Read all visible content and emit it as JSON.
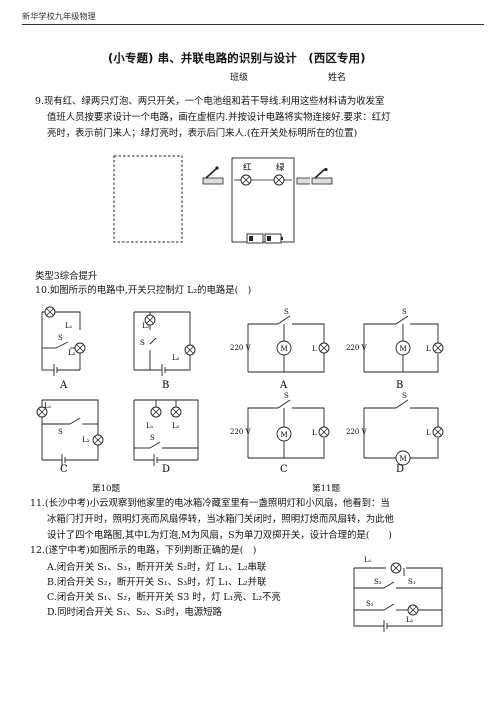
{
  "header": {
    "school": "新华学校九年级物理"
  },
  "title": "(小专题) 串、并联电路的识别与设计　(西区专用)",
  "student_fields": {
    "class_label": "班级",
    "name_label": "姓名"
  },
  "q9": {
    "lines": [
      "9.现有红、绿两只灯泡、两只开关，一个电池组和若干导线.利用这些材料请为收发室",
      "值班人员按要求设计一个电路，画在虚框内.并按设计电路将实物连接好.要求：红灯",
      "亮时，表示前门来人；绿灯亮时，表示后门来人.(在开关处标明所在的位置)"
    ],
    "red_label": "红",
    "green_label": "绿"
  },
  "section_title": "类型3综合提升",
  "q10": {
    "text": "10.如图所示的电路中,开关只控制灯 L₂的电路是(　)",
    "caption": "第10题"
  },
  "q11": {
    "caption": "第11题",
    "lines": [
      "11.(长沙中考)小云观察到他家里的电冰箱冷藏室里有一盏照明灯和小风扇，他看到：当",
      "冰箱门打开时，照明灯亮而风扇停转，当冰箱门关闭时，照明灯熄而风扇转，为此他",
      "设计了四个电路图,其中L为灯泡,M为风扇，S为单刀双掷开关，设计合理的是(　　)"
    ]
  },
  "q12": {
    "text": "12.(遂宁中考)如图所示的电路，下列判断正确的是(　)",
    "options": [
      "A.闭合开关 S₁、S₃，断开开关 S₂时，灯 L₁、L₂串联",
      "B.闭合开关 S₂，断开开关 S₁、S₃时，灯 L₁、L₂并联",
      "C.闭合开关 S₁、S₂，断开开关 S3 时，灯 L₁亮、L₂不亮",
      "D.同时闭合开关 S₁、S₂、S₃时，电源短路"
    ]
  },
  "diagram_labels": {
    "L1": "L₁",
    "L2": "L₂",
    "S": "S",
    "S1": "S₁",
    "S2": "S₂",
    "S3": "S₃",
    "L": "L",
    "M": "M",
    "V220": "220 V",
    "A": "A",
    "B": "B",
    "C": "C",
    "D": "D"
  }
}
